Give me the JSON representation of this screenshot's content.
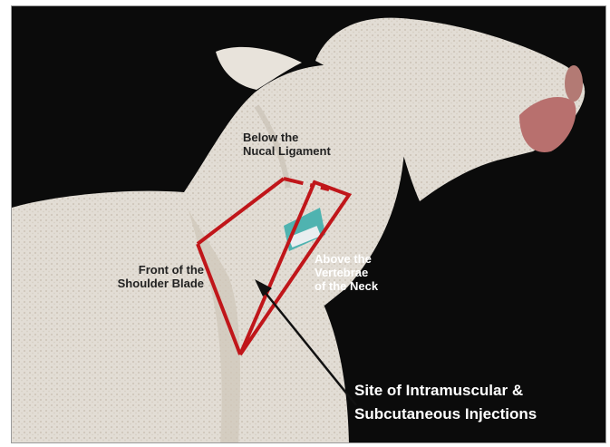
{
  "annotations": {
    "nucal_line1": "Below the",
    "nucal_line2": "Nucal Ligament",
    "shoulder_line1": "Front of the",
    "shoulder_line2": "Shoulder Blade",
    "vertebrae_line1": "Above the",
    "vertebrae_line2": "Vertebrae",
    "vertebrae_line3": "of the Neck",
    "site_line1": "Site of Intramuscular &",
    "site_line2": "Subcutaneous Injections"
  },
  "colors": {
    "background": "#0b0b0b",
    "wool": "#e2ddd5",
    "wool_shadow": "#c9c1b4",
    "injection_zone": "#c0161a",
    "arrow": "#111111",
    "ear_tag": "#4fb3b0"
  }
}
